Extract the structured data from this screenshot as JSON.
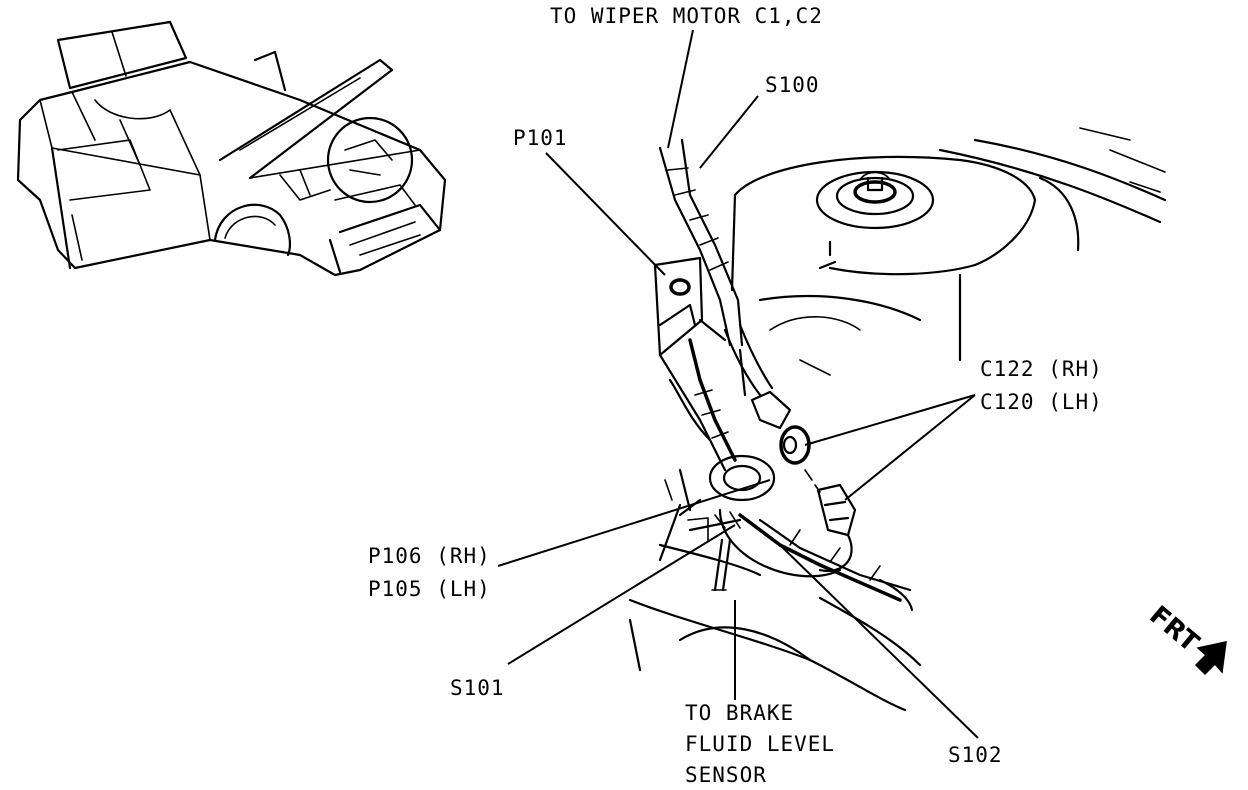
{
  "labels": {
    "wiper": "TO WIPER MOTOR C1,C2",
    "s100": "S100",
    "p101": "P101",
    "c122": "C122 (RH)",
    "c120": "C120 (LH)",
    "p106": "P106 (RH)",
    "p105": "P105 (LH)",
    "s101": "S101",
    "brake1": "TO BRAKE",
    "brake2": "FLUID LEVEL",
    "brake3": "SENSOR",
    "s102": "S102",
    "frt": "FRT"
  },
  "icons": {
    "locator": "vehicle-locator-icon",
    "arrow": "front-direction-arrow-icon"
  },
  "colors": {
    "ink": "#000000",
    "paper": "#ffffff"
  }
}
